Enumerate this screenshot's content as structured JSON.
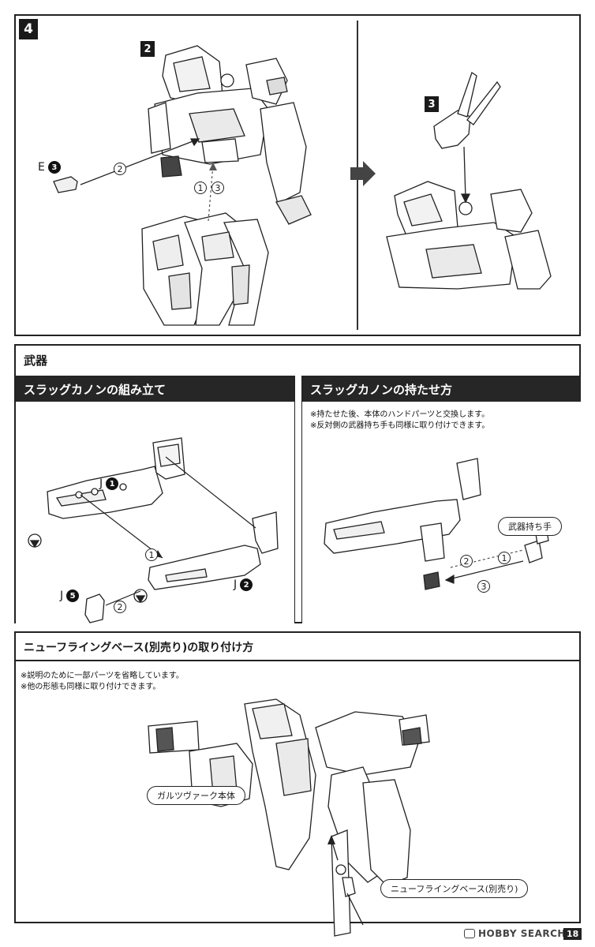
{
  "step4": {
    "step_number": "4",
    "sub_step_left": "2",
    "sub_step_right": "3",
    "part_label_letter": "E",
    "part_label_number": "3",
    "arrow_labels": [
      "1",
      "2",
      "3"
    ]
  },
  "weapons": {
    "section_title": "武器",
    "assembly": {
      "title": "スラッグカノンの組み立て",
      "part_j1_letter": "J",
      "part_j1_number": "1",
      "part_j2_letter": "J",
      "part_j2_number": "2",
      "part_j5_letter": "J",
      "part_j5_number": "5",
      "step_labels": [
        "1",
        "2"
      ]
    },
    "holding": {
      "title": "スラッグカノンの持たせ方",
      "note_1": "※持たせた後、本体のハンドパーツと交換します。",
      "note_2": "※反対側の武器持ち手も同様に取り付けできます。",
      "hand_label": "武器持ち手",
      "step_labels": [
        "1",
        "2",
        "3"
      ]
    }
  },
  "flying_base": {
    "title": "ニューフライングベース(別売り)の取り付け方",
    "note_1": "※説明のために一部パーツを省略しています。",
    "note_2": "※他の形態も同様に取り付けできます。",
    "body_label": "ガルツヴァーク本体",
    "base_label": "ニューフライングベース(別売り)"
  },
  "footer": {
    "watermark": "HOBBY SEARCH",
    "page_number": "18"
  }
}
